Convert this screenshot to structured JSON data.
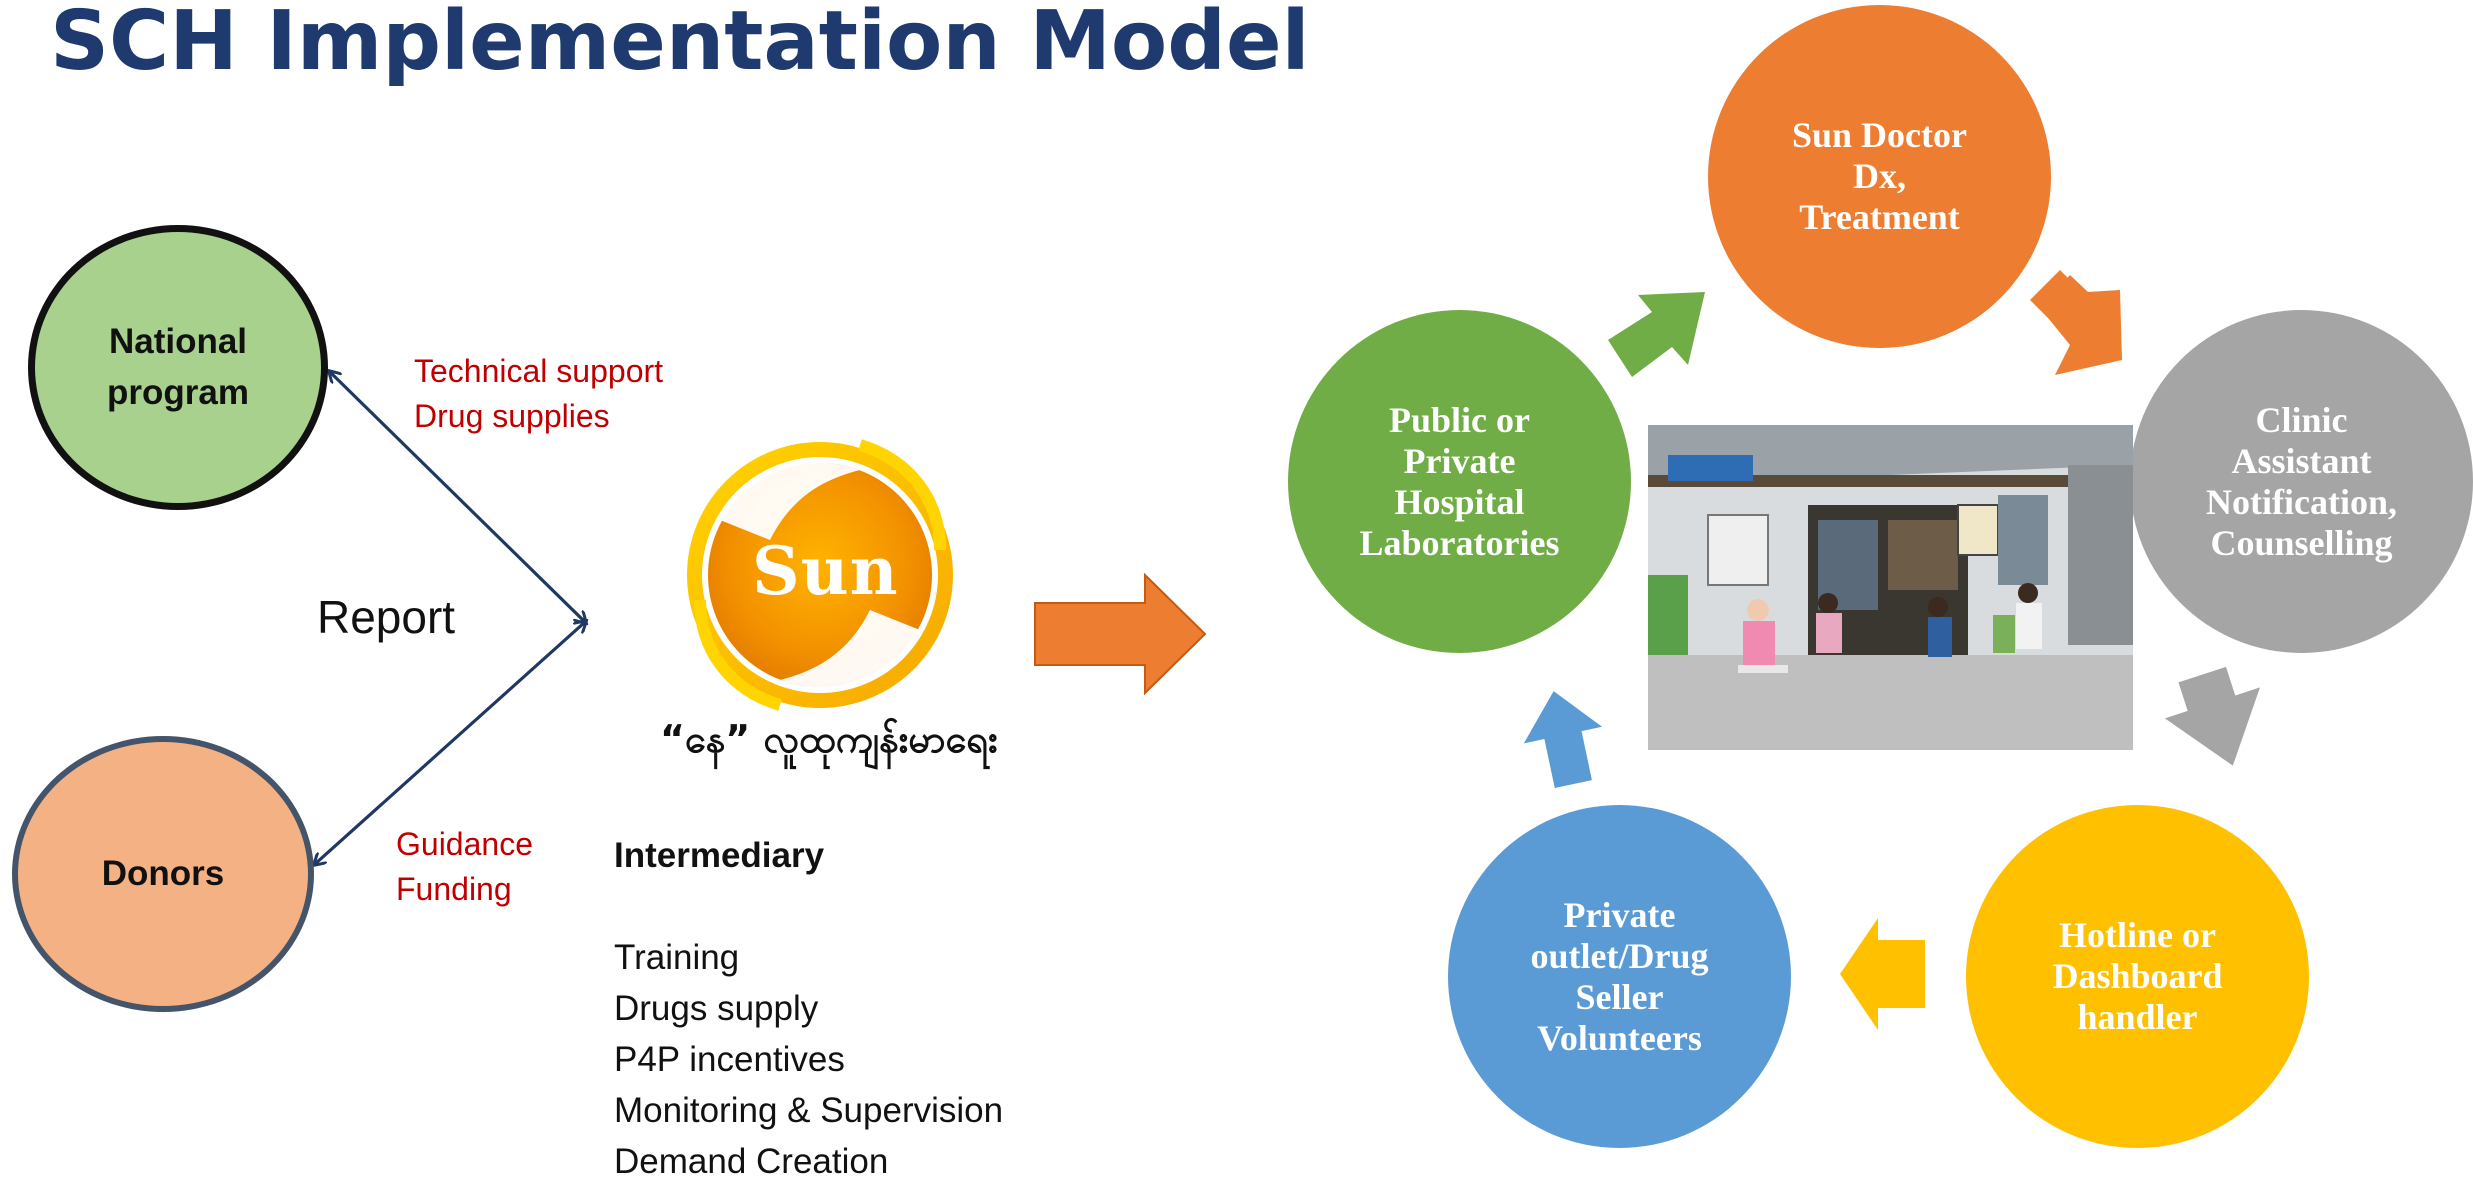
{
  "title": "SCH Implementation Model",
  "left": {
    "national": "National\nprogram",
    "donors": "Donors",
    "report": "Report",
    "support_line1": "Technical support",
    "support_line2": "Drug supplies",
    "guidance_line1": "Guidance",
    "guidance_line2": "Funding"
  },
  "logo": {
    "word": "Sun",
    "myanmar_caption": "“နေ” လူထုကျန်းမာရေး"
  },
  "intermediary": {
    "heading": "Intermediary",
    "items": [
      "Training",
      "Drugs supply",
      "P4P incentives",
      "Monitoring & Supervision",
      "Demand Creation"
    ]
  },
  "cycle": {
    "sun_doctor": {
      "title": "Sun Doctor",
      "sub": "Dx,\nTreatment",
      "color": "#ed7d31"
    },
    "clinic": {
      "title": "Clinic\nAssistant",
      "sub": "Notification,\nCounselling",
      "color": "#a5a5a5"
    },
    "hotline": {
      "title": "Hotline or\nDashboard\nhandler",
      "color": "#ffc000"
    },
    "private": {
      "title": "Private\noutlet/Drug\nSeller",
      "sub": "Volunteers",
      "color": "#5b9bd5"
    },
    "public": {
      "title": "Public or\nPrivate\nHospital",
      "sub": "Laboratories",
      "color": "#70ad47"
    }
  },
  "colors": {
    "title": "#1f3a6e",
    "national_fill": "#a9d18e",
    "donors_fill": "#f4b183",
    "red_text": "#c00000",
    "connector": "#1f3864"
  },
  "photo": {
    "alt": "clinic-storefront-photo"
  }
}
